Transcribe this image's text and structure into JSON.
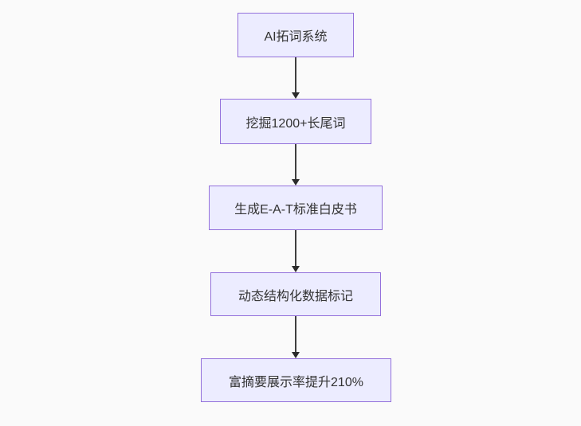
{
  "diagram": {
    "type": "flowchart",
    "direction": "top-down",
    "nodes": [
      {
        "id": "A",
        "label": "AI拓词系统"
      },
      {
        "id": "B",
        "label": "挖掘1200+长尾词"
      },
      {
        "id": "C",
        "label": "生成E-A-T标准白皮书"
      },
      {
        "id": "D",
        "label": "动态结构化数据标记"
      },
      {
        "id": "E",
        "label": "富摘要展示率提升210%"
      }
    ],
    "edges": [
      {
        "from": "A",
        "to": "B",
        "style": "arrow-down"
      },
      {
        "from": "B",
        "to": "C",
        "style": "arrow-down"
      },
      {
        "from": "C",
        "to": "D",
        "style": "arrow-down"
      },
      {
        "from": "D",
        "to": "E",
        "style": "arrow-down"
      }
    ],
    "colors": {
      "background": "#fafafa",
      "node_fill": "#ececff",
      "node_border": "#9370db",
      "node_text": "#333333",
      "arrow": "#333333"
    }
  }
}
